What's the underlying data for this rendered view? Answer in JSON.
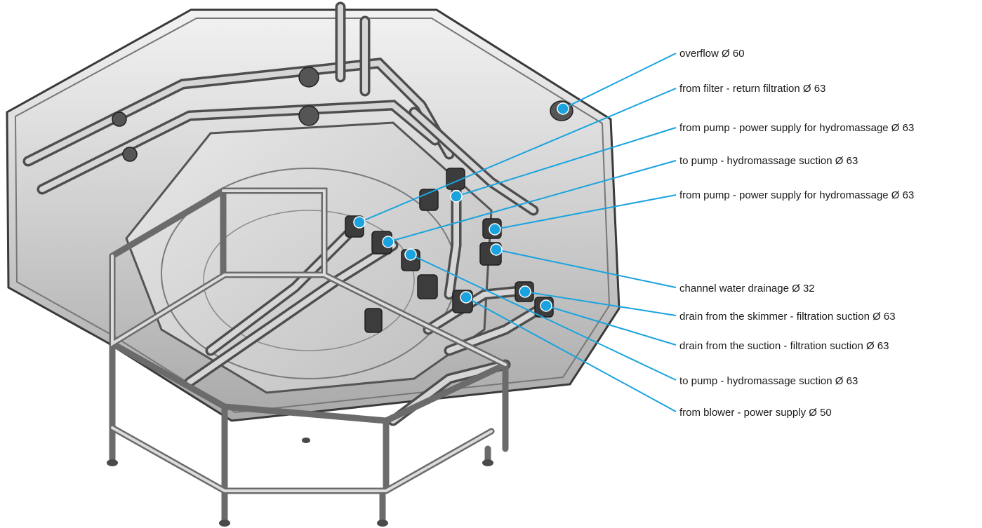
{
  "callouts": [
    {
      "text": "overflow Ø 60"
    },
    {
      "text": "from filter - return filtration Ø 63"
    },
    {
      "text": "from pump - power supply for hydromassage Ø 63"
    },
    {
      "text": "to pump - hydromassage suction Ø 63"
    },
    {
      "text": "from pump - power supply for hydromassage Ø 63"
    },
    {
      "text": "channel water drainage Ø 32"
    },
    {
      "text": "drain from the skimmer - filtration suction Ø 63"
    },
    {
      "text": "drain from the suction - filtration suction Ø 63"
    },
    {
      "text": "to pump - hydromassage suction Ø 63"
    },
    {
      "text": "from blower - power supply Ø 50"
    }
  ],
  "colors": {
    "leader_line": "#1aa3de",
    "label_text": "#1a1a1a",
    "background": "#ffffff"
  }
}
